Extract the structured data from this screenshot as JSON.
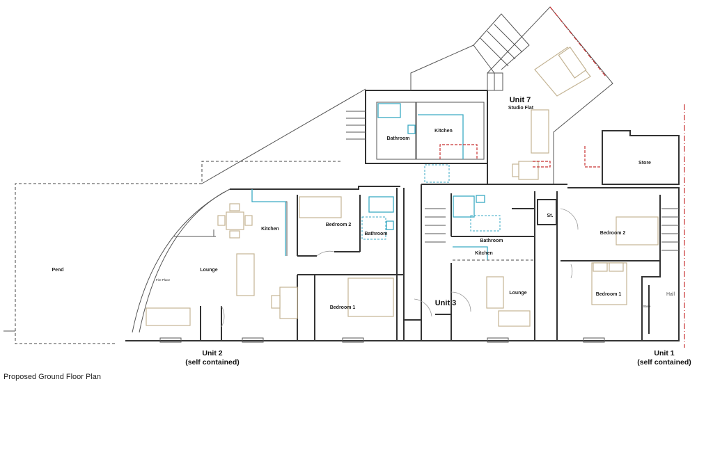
{
  "title": "Proposed Ground Floor Plan",
  "units": {
    "unit7": {
      "name": "Unit 7",
      "subtitle": "Studio Flat",
      "rooms": [
        "Bathroom",
        "Kitchen"
      ]
    },
    "store": "Store",
    "pend": "Pend",
    "unit2": {
      "name": "Unit 2",
      "subtitle": "(self contained)",
      "rooms": [
        "Kitchen",
        "Bedroom 2",
        "Bathroom",
        "Lounge",
        "Fire Place",
        "Bedroom 1"
      ]
    },
    "unit3": {
      "name": "Unit 3",
      "rooms": [
        "Bathroom",
        "Kitchen",
        "Lounge"
      ]
    },
    "unit1": {
      "name": "Unit 1",
      "subtitle": "(self contained)",
      "rooms": [
        "St.",
        "Bedroom 2",
        "Bedroom 1",
        "Store",
        "Hall"
      ]
    }
  },
  "colors": {
    "walls": "#333333",
    "furniture": "#c4b494",
    "fixtures": "#3aaac4",
    "proposed": "#c83030"
  }
}
